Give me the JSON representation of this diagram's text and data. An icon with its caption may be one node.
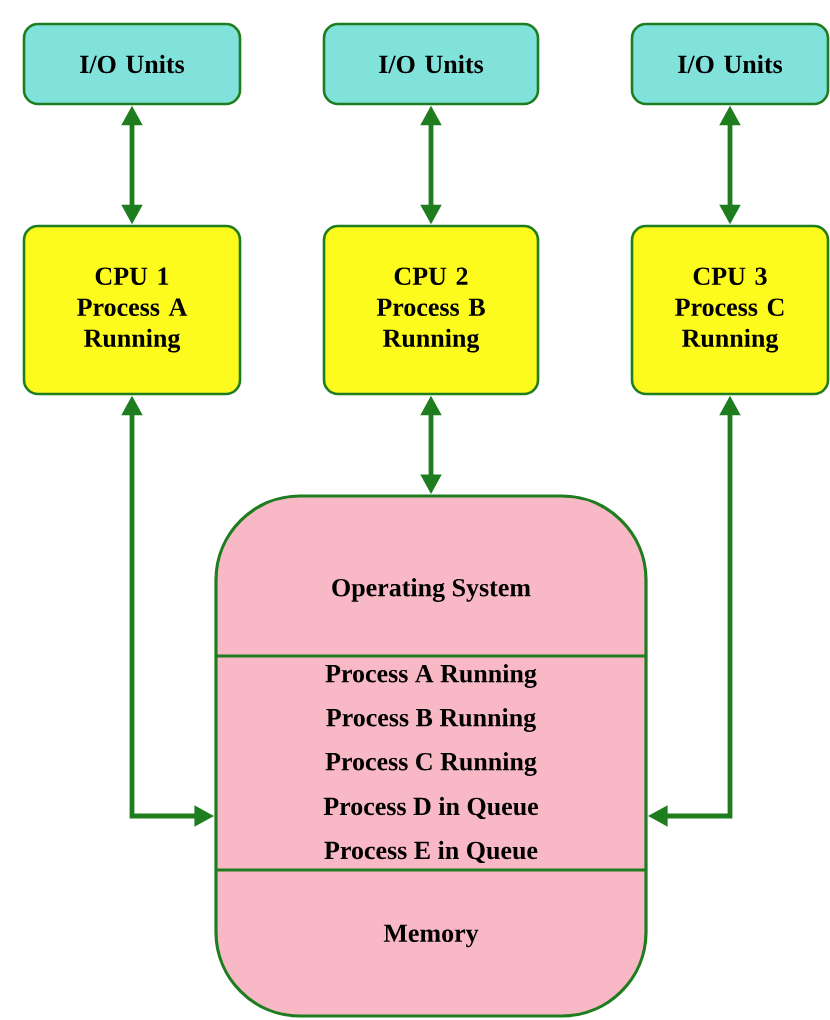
{
  "diagram": {
    "nodes": [
      {
        "text": [
          "I/O Units"
        ]
      },
      {
        "text": [
          "I/O Units"
        ]
      },
      {
        "text": [
          "I/O Units"
        ]
      },
      {
        "text": [
          "CPU 1",
          "Process A Running"
        ]
      },
      {
        "text": [
          "CPU 2",
          "Process B Running"
        ]
      },
      {
        "text": [
          "CPU 3",
          "Process C Running"
        ]
      },
      {
        "text": [
          "Operating System",
          "Process A Running",
          "Process B Running",
          "Process C Running",
          "Process D in Queue",
          "Process E in Queue",
          "Memory"
        ]
      }
    ],
    "edges": [
      {
        "from": 0,
        "to": 3,
        "arrow": "both"
      },
      {
        "from": 1,
        "to": 4,
        "arrow": "both"
      },
      {
        "from": 2,
        "to": 5,
        "arrow": "both"
      },
      {
        "from": 3,
        "to": 6,
        "arrow": "both"
      },
      {
        "from": 4,
        "to": 6,
        "arrow": "both"
      },
      {
        "from": 5,
        "to": 6,
        "arrow": "both"
      }
    ]
  }
}
